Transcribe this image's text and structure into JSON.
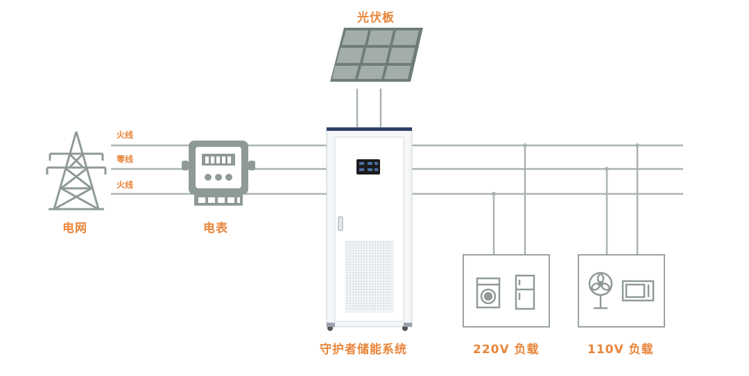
{
  "labels": {
    "solar_panel": "光伏板",
    "grid": "电网",
    "meter": "电表",
    "storage_system": "守护者储能系统",
    "load_220": "220V 负载",
    "load_110": "110V 负载",
    "line_live_1": "火线",
    "line_neutral": "零线",
    "line_live_2": "火线"
  },
  "colors": {
    "accent": "#e8853a",
    "icon_gray": "#8f9a97",
    "wire_gray": "#a9b3b0",
    "cabinet_top": "#2f3f66"
  },
  "icons": {
    "grid": "power-tower-icon",
    "meter": "electric-meter-icon",
    "solar": "solar-panel-icon",
    "washer": "washing-machine-icon",
    "fridge": "refrigerator-icon",
    "fan": "electric-fan-icon",
    "microwave": "microwave-icon"
  }
}
